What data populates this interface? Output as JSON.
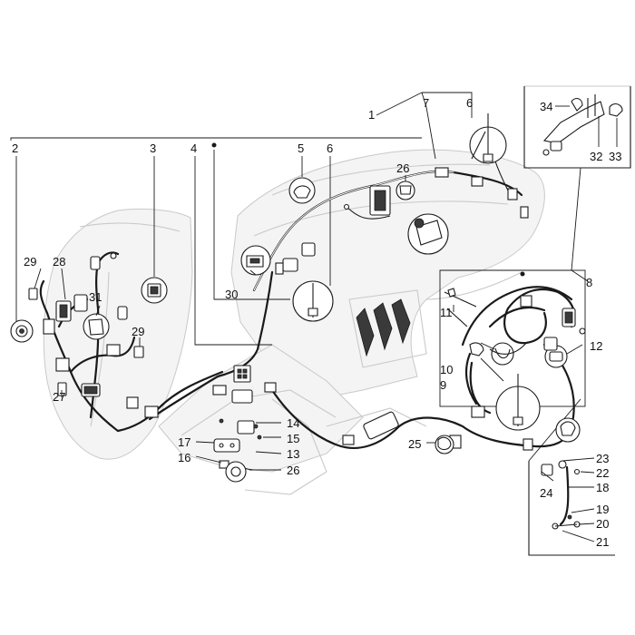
{
  "callouts": {
    "c1": "1",
    "c2": "2",
    "c3": "3",
    "c4": "4",
    "c5": "5",
    "c6a": "6",
    "c6b": "6",
    "c7": "7",
    "c8": "8",
    "c9": "9",
    "c10": "10",
    "c11": "11",
    "c12": "12",
    "c13": "13",
    "c14": "14",
    "c15": "15",
    "c16": "16",
    "c17": "17",
    "c18": "18",
    "c19": "19",
    "c20": "20",
    "c21": "21",
    "c22": "22",
    "c23": "23",
    "c24": "24",
    "c25": "25",
    "c26a": "26",
    "c26b": "26",
    "c27": "27",
    "c28": "28",
    "c29a": "29",
    "c29b": "29",
    "c30": "30",
    "c31": "31",
    "c32": "32",
    "c33": "33",
    "c34": "34"
  },
  "colors": {
    "line": "#1a1a1a",
    "ghost": "#c9c9c9",
    "background": "#ffffff"
  }
}
